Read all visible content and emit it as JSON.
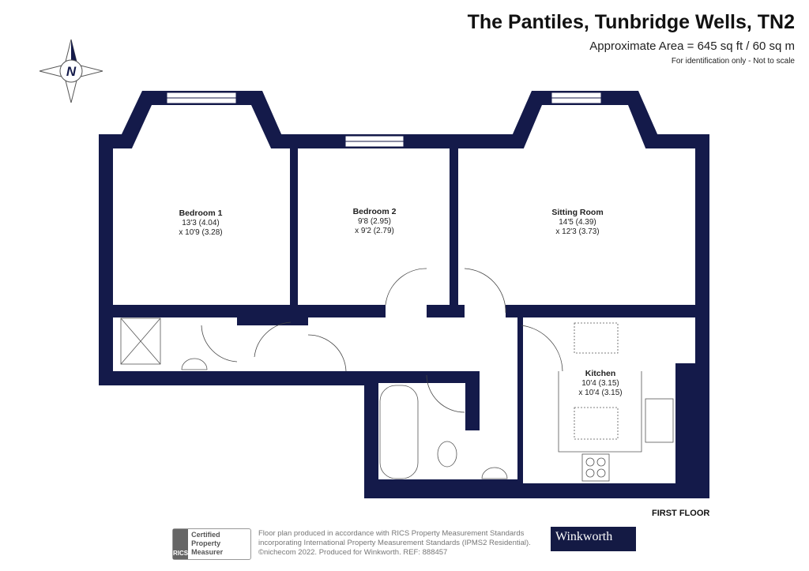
{
  "header": {
    "title": "The Pantiles, Tunbridge Wells, TN2",
    "area": "Approximate Area = 645 sq ft / 60 sq m",
    "note": "For identification only - Not to scale"
  },
  "compass": {
    "label": "N"
  },
  "rooms": [
    {
      "name": "Bedroom 1",
      "dim1": "13'3 (4.04)",
      "dim2": "x 10'9 (3.28)"
    },
    {
      "name": "Bedroom 2",
      "dim1": "9'8 (2.95)",
      "dim2": "x 9'2 (2.79)"
    },
    {
      "name": "Sitting Room",
      "dim1": "14'5 (4.39)",
      "dim2": "x 12'3 (3.73)"
    },
    {
      "name": "Kitchen",
      "dim1": "10'4 (3.15)",
      "dim2": "x 10'4 (3.15)"
    }
  ],
  "floor_label": "FIRST FLOOR",
  "footer": {
    "rics_logo": "RICS",
    "rics_cert": "Certified Property Measurer",
    "disclaimer": "Floor plan produced in accordance with RICS Property Measurement Standards incorporating International Property Measurement Standards (IPMS2 Residential). ©nichecom 2022. Produced for Winkworth.   REF: 888457",
    "brand": "Winkworth"
  },
  "colors": {
    "wall": "#141a4a",
    "brand": "#141a44"
  }
}
